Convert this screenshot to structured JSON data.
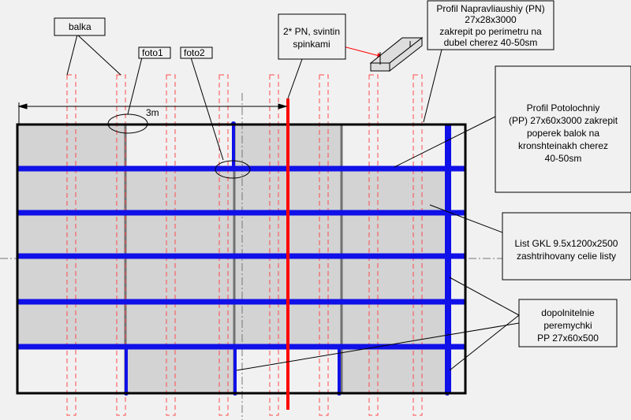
{
  "callouts": {
    "balka": "balka",
    "foto1": "foto1",
    "foto2": "foto2",
    "pn_note": [
      "2* PN, svintin",
      "spinkami"
    ],
    "pn_profile": [
      "Profil Napravliaushiy (PN)",
      "27x28x3000",
      "zakrepit po perimetru na",
      "dubel cherez 40-50sm"
    ],
    "pp_profile": [
      "Profil Potolochniy",
      "(PP) 27x60x3000 zakrepit",
      "poperek balok na",
      "kronshteinakh cherez",
      "40-50sm"
    ],
    "gkl_sheet": [
      "List GKL 9.5x1200x2500",
      "zashtrihovany celie listy"
    ],
    "jumpers": [
      "dopolnitelnie",
      "peremychki",
      "PP 27x60x500"
    ]
  },
  "dimension": {
    "label": "3m"
  },
  "colors": {
    "background": "#f1f1f1",
    "sheet": "#d3d3d3",
    "pp_profile": "#1010e8",
    "pn_seam": "#ff0000",
    "beam_dashed": "#ff4a4a",
    "frame": "#000000",
    "sheet_edge": "#707070"
  }
}
